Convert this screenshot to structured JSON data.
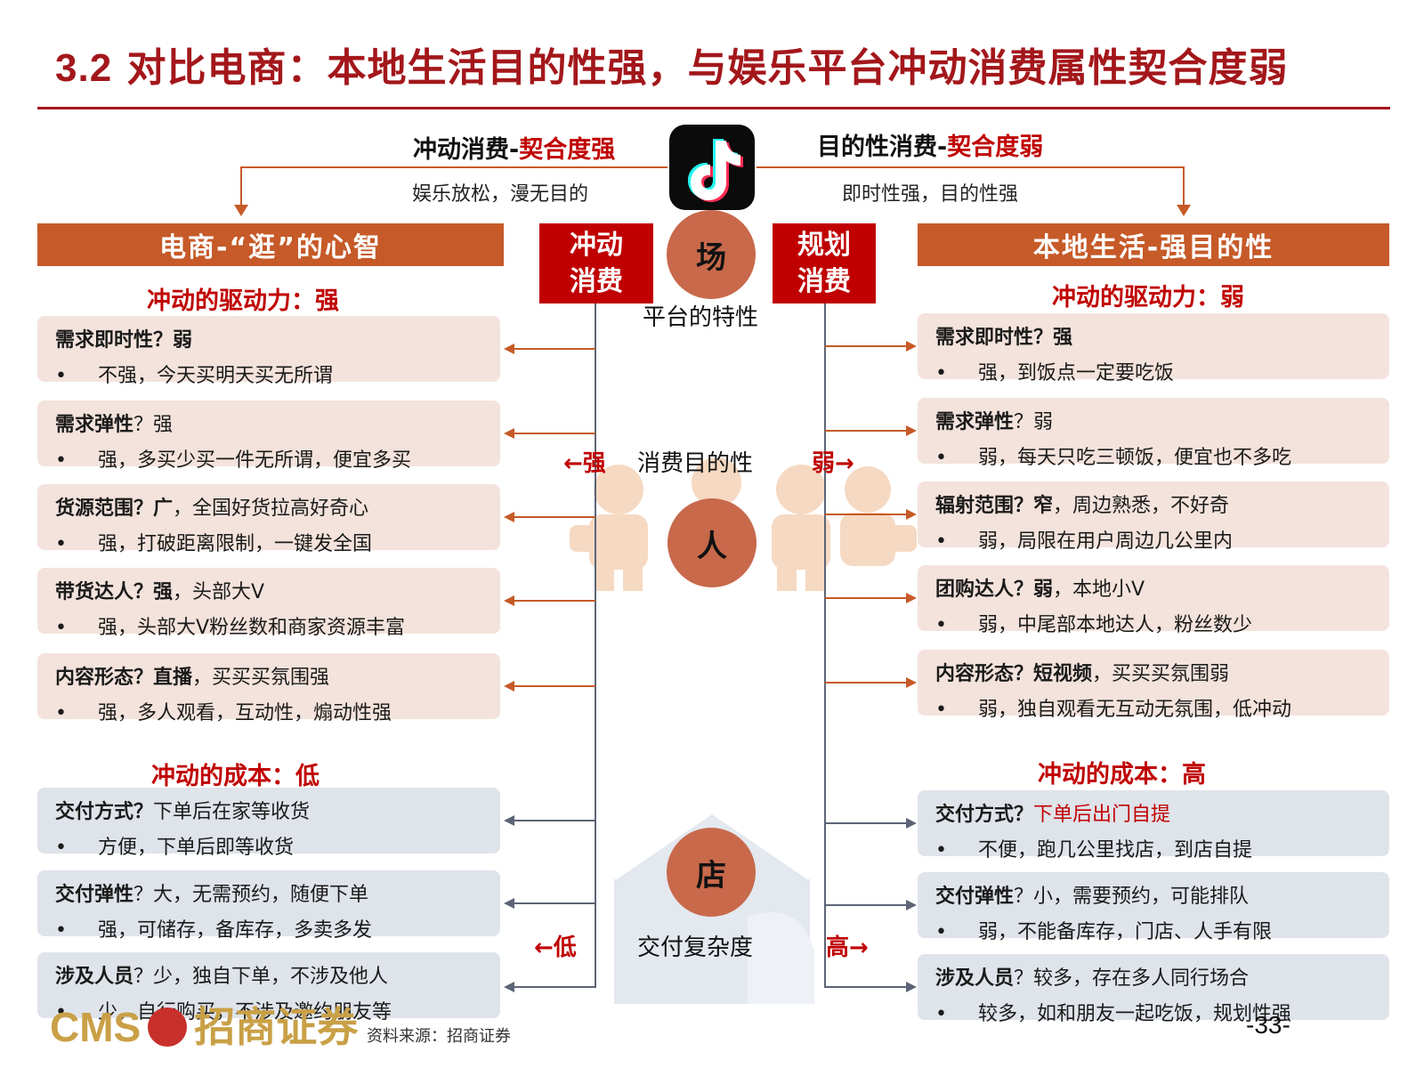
{
  "title": {
    "number": "3.2",
    "text": "对比电商：本地生活目的性强，与娱乐平台冲动消费属性契合度弱"
  },
  "top": {
    "left_label_black": "冲动消费-",
    "left_label_red": "契合度强",
    "left_note": "娱乐放松，漫无目的",
    "right_label_black": "目的性消费-",
    "right_label_red": "契合度弱",
    "right_note": "即时性强，目的性强"
  },
  "left_header": "电商-“逛”的心智",
  "right_header": "本地生活-强目的性",
  "center": {
    "impulse_box": [
      "冲动",
      "消费"
    ],
    "planned_box": [
      "规划",
      "消费"
    ],
    "circle_place": "场",
    "place_label": "平台的特性",
    "circle_people": "人",
    "people_label": "消费目的性",
    "people_left": "←强",
    "people_right": "弱→",
    "circle_store": "店",
    "store_label": "交付复杂度",
    "store_left": "←低",
    "store_right": "高→"
  },
  "left_drive_head": "冲动的驱动力：强",
  "right_drive_head": "冲动的驱动力：弱",
  "left_cost_head": "冲动的成本：低",
  "right_cost_head": "冲动的成本：高",
  "left_drive_cards": [
    {
      "q": "需求即时性？弱",
      "rest": "",
      "bullet": "不强，今天买明天买无所谓"
    },
    {
      "q": "需求弹性",
      "rest": "？强",
      "bullet": "强，多买少买一件无所谓，便宜多买"
    },
    {
      "q": "货源范围？广",
      "rest": "，全国好货拉高好奇心",
      "bullet": "强，打破距离限制，一键发全国"
    },
    {
      "q": "带货达人？强",
      "rest": "，头部大V",
      "bullet": "强，头部大V粉丝数和商家资源丰富"
    },
    {
      "q": "内容形态？直播",
      "rest": "，买买买氛围强",
      "bullet": "强，多人观看，互动性，煽动性强"
    }
  ],
  "right_drive_cards": [
    {
      "q": "需求即时性？强",
      "rest": "",
      "bullet": "强，到饭点一定要吃饭"
    },
    {
      "q": "需求弹性",
      "rest": "？弱",
      "bullet": "弱，每天只吃三顿饭，便宜也不多吃"
    },
    {
      "q": "辐射范围？窄",
      "rest": "，周边熟悉，不好奇",
      "bullet": "弱，局限在用户周边几公里内"
    },
    {
      "q": "团购达人？弱",
      "rest": "，本地小V",
      "bullet": "弱，中尾部本地达人，粉丝数少"
    },
    {
      "q": "内容形态？短视频",
      "rest": "，买买买氛围弱",
      "bullet": "弱，独自观看无互动无氛围，低冲动"
    }
  ],
  "left_cost_cards": [
    {
      "q": "交付方式？",
      "rest": "下单后在家等收货",
      "bullet": "方便，下单后即等收货"
    },
    {
      "q": "交付弹性",
      "rest": "？大，无需预约，随便下单",
      "bullet": "强，可储存，备库存，多卖多发"
    },
    {
      "q": "涉及人员",
      "rest": "？少，独自下单，不涉及他人",
      "bullet": "少，自行购买，不涉及邀约朋友等"
    }
  ],
  "right_cost_cards": [
    {
      "q": "交付方式？",
      "hl": "下单后出门自提",
      "bullet": "不便，跑几公里找店，到店自提"
    },
    {
      "q": "交付弹性",
      "rest": "？小，需要预约，可能排队",
      "bullet": "弱，不能备库存，门店、人手有限"
    },
    {
      "q": "涉及人员",
      "rest": "？较多，存在多人同行场合",
      "bullet": "较多，如和朋友一起吃饭，规划性强"
    }
  ],
  "footer": {
    "logo_latin": "CMS",
    "logo_cn": "招商证券",
    "source": "资料来源：招商证券",
    "page": "-33-"
  },
  "colors": {
    "title_red": "#a3171b",
    "accent_red": "#c00000",
    "bar_orange": "#c65a28",
    "circle": "#c8694b",
    "card_pink": "#f3e3dc",
    "card_blue": "#dfe3ea"
  },
  "icons": {
    "app_logo": "tiktok-note-icon",
    "people": "people-silhouette-icon",
    "store": "storefront-silhouette-icon"
  }
}
